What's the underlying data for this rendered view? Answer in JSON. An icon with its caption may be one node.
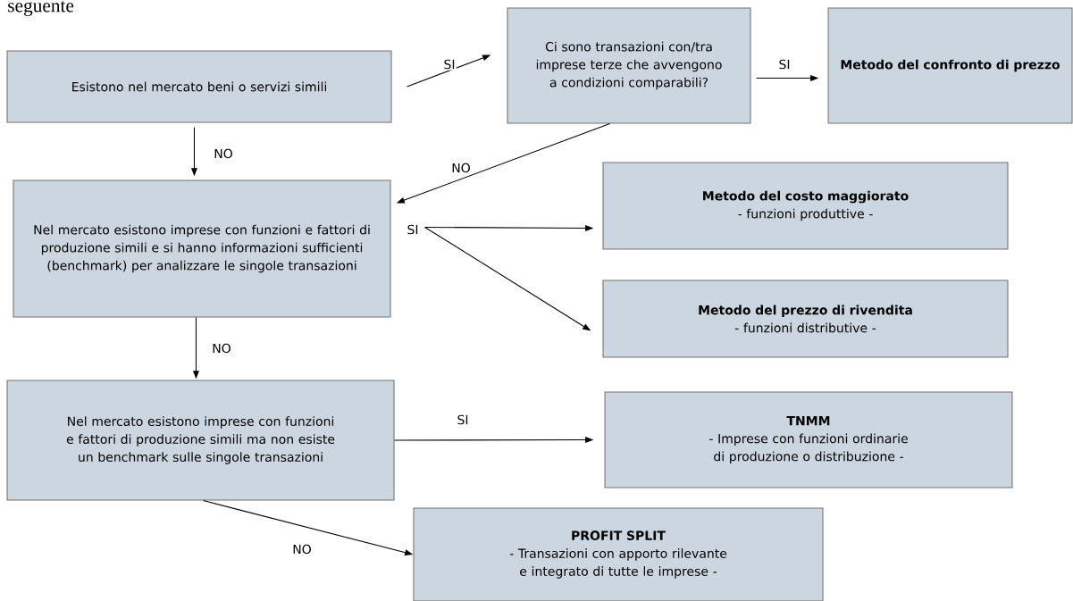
{
  "diagram": {
    "nodes": [
      {
        "text": [
          "Esistono nel mercato beni o servizi simili"
        ]
      },
      {
        "text": [
          "Ci sono transazioni con/tra imprese terze che avvengono a condizioni comparabili?"
        ]
      },
      {
        "text": [
          "Metodo del confronto di prezzo"
        ]
      },
      {
        "text": [
          "Nel mercato esistono imprese con funzioni e fattori di produzione simili e si hanno informazioni sufficienti (benchmark) per analizzare le singole transazioni"
        ]
      },
      {
        "text": [
          "Metodo del costo maggiorato",
          "- funzioni produttive -"
        ]
      },
      {
        "text": [
          "Metodo del prezzo di rivendita",
          "- funzioni distributive -"
        ]
      },
      {
        "text": [
          "Nel mercato esistono imprese con funzioni e fattori di produzione simili ma non esiste un benchmark sulle singole transazioni"
        ]
      },
      {
        "text": [
          "TNMM",
          "- Imprese con funzioni ordinarie di produzione o distribuzione -"
        ]
      },
      {
        "text": [
          "PROFIT SPLIT",
          "- Transazioni con apporto rilevante e integrato di tutte le imprese -"
        ]
      }
    ],
    "edges": [
      {
        "from": 0,
        "to": 1,
        "arrow": "to",
        "label": "SI"
      },
      {
        "from": 1,
        "to": 2,
        "arrow": "to",
        "label": "SI"
      },
      {
        "from": 0,
        "to": 3,
        "arrow": "to",
        "label": "NO"
      },
      {
        "from": 1,
        "to": 3,
        "arrow": "to",
        "label": "NO"
      },
      {
        "from": 3,
        "to": 4,
        "arrow": "to",
        "label": "SI"
      },
      {
        "from": 3,
        "to": 5,
        "arrow": "to"
      },
      {
        "from": 3,
        "to": 6,
        "arrow": "to",
        "label": "NO"
      },
      {
        "from": 6,
        "to": 7,
        "arrow": "to",
        "label": "SI"
      },
      {
        "from": 6,
        "to": 8,
        "arrow": "to",
        "label": "NO"
      }
    ],
    "labels": [
      "seguente"
    ]
  }
}
